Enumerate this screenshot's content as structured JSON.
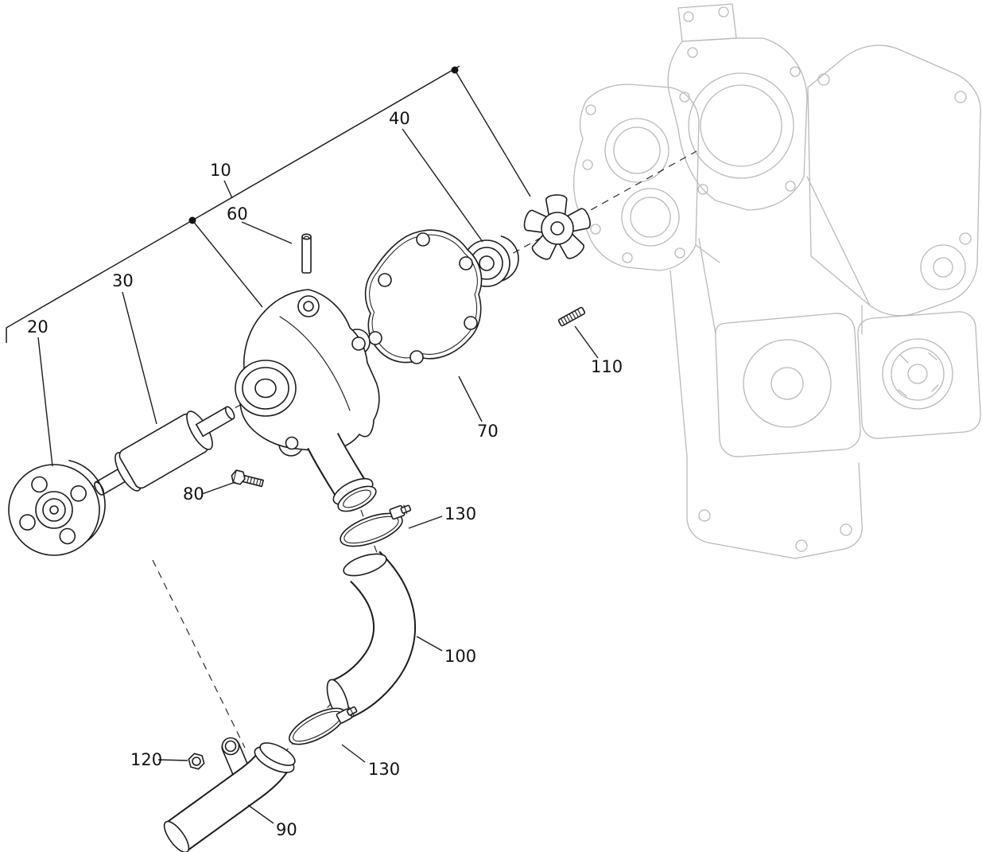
{
  "diagram": {
    "type": "exploded-parts-diagram",
    "subject": "water-pump-assembly-on-engine",
    "colors": {
      "background": "#ffffff",
      "part_line": "#1c1c1c",
      "ghost_line": "#b9b9b9",
      "label_text": "#111111"
    },
    "callouts": [
      {
        "id": "c10",
        "label": "10"
      },
      {
        "id": "c20",
        "label": "20"
      },
      {
        "id": "c30",
        "label": "30"
      },
      {
        "id": "c40",
        "label": "40"
      },
      {
        "id": "c60",
        "label": "60"
      },
      {
        "id": "c70",
        "label": "70"
      },
      {
        "id": "c80",
        "label": "80"
      },
      {
        "id": "c90",
        "label": "90"
      },
      {
        "id": "c100",
        "label": "100"
      },
      {
        "id": "c110",
        "label": "110"
      },
      {
        "id": "c120",
        "label": "120"
      },
      {
        "id": "c130a",
        "label": "130"
      },
      {
        "id": "c130b",
        "label": "130"
      }
    ]
  }
}
